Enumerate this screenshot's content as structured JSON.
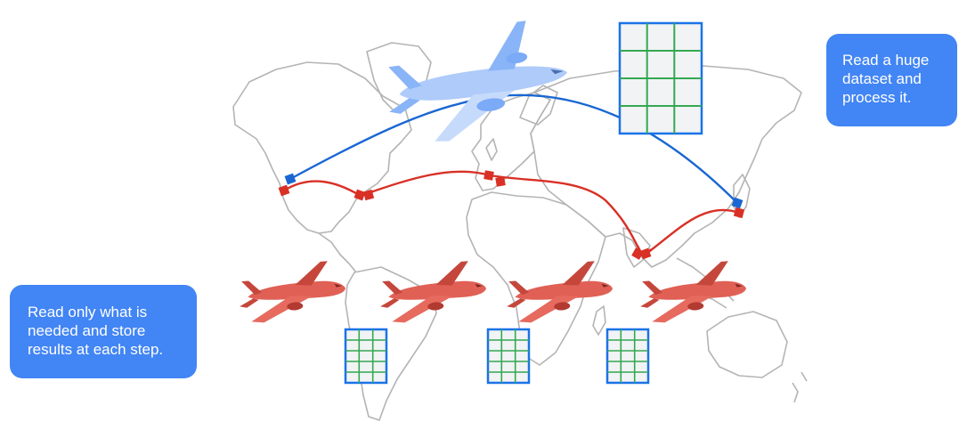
{
  "callout_right": {
    "lines": [
      "Read a huge",
      "dataset and",
      "process it."
    ]
  },
  "callout_left": {
    "lines": [
      "Read only what is",
      "needed and store",
      "results at each step."
    ]
  },
  "colors": {
    "blue_route": "#1967d2",
    "red_route": "#d93025",
    "map_outline": "#b4b4b4",
    "grid_border": "#1a73e8",
    "grid_lines": "#34a853",
    "grid_fill": "#f1f3f4",
    "callout_bg": "#4285f4",
    "plane_blue": "#aecbfa",
    "plane_red": "#e06055"
  },
  "icons": {
    "large_plane": "airplane-icon",
    "small_planes": "airplane-icon",
    "tables": "data-table-icon"
  }
}
